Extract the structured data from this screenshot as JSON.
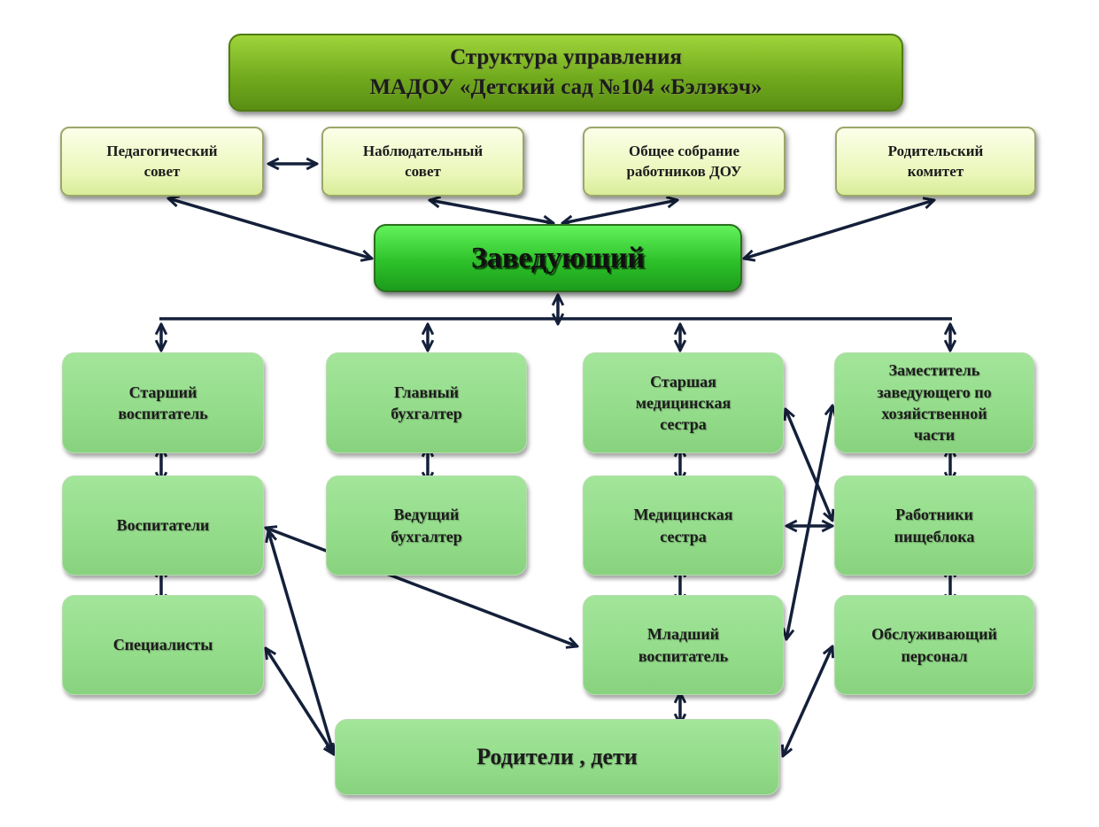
{
  "title": {
    "line1": "Структура управления",
    "line2": "МАДОУ «Детский сад №104 «Бэлэкэч»"
  },
  "councils": [
    {
      "id": "ped",
      "label": "Педагогический\nсовет"
    },
    {
      "id": "nab",
      "label": "Наблюдательный\nсовет"
    },
    {
      "id": "obs",
      "label": "Общее собрание\nработников ДОУ"
    },
    {
      "id": "rod",
      "label": "Родительский\nкомитет"
    }
  ],
  "head": {
    "label": "Заведующий"
  },
  "units": [
    {
      "id": "st_vosp",
      "label": "Старший\nвоспитатель"
    },
    {
      "id": "gl_buh",
      "label": "Главный\nбухгалтер"
    },
    {
      "id": "st_med",
      "label": "Старшая\nмедицинская\nсестра"
    },
    {
      "id": "zam",
      "label": "Заместитель\nзаведующего  по\nхозяйственной\nчасти"
    },
    {
      "id": "vosp",
      "label": "Воспитатели"
    },
    {
      "id": "ved_buh",
      "label": "Ведущий\nбухгалтер"
    },
    {
      "id": "med",
      "label": "Медицинская\nсестра"
    },
    {
      "id": "pish",
      "label": "Работники\nпищеблока"
    },
    {
      "id": "spec",
      "label": "Специалисты"
    },
    {
      "id": "ml_vosp",
      "label": "Младший\nвоспитатель"
    },
    {
      "id": "obsl",
      "label": "Обслуживающий\nперсонал"
    }
  ],
  "parents": {
    "label": "Родители , дети"
  },
  "colors": {
    "title_green": "#7cb524",
    "council_fill": "#eef8c2",
    "head_green": "#2ec22a",
    "unit_green": "#93dc8a",
    "arrow": "#14203a"
  }
}
